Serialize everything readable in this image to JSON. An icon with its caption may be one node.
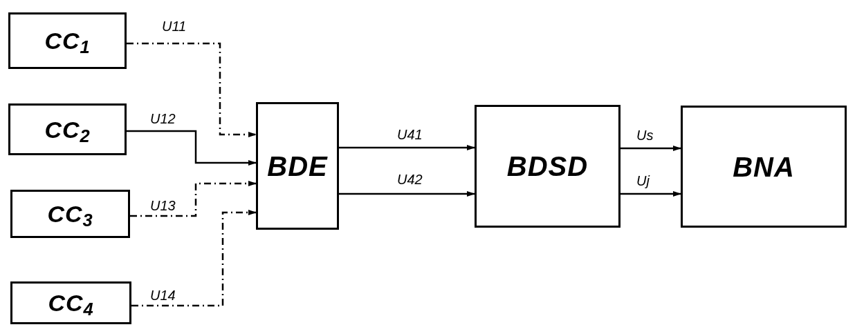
{
  "diagram": {
    "nodes": [
      {
        "text": [
          "CC$_{1}$"
        ]
      },
      {
        "text": [
          "CC$_{2}$"
        ]
      },
      {
        "text": [
          "CC$_{3}$"
        ]
      },
      {
        "text": [
          "CC$_{4}$"
        ]
      },
      {
        "text": [
          "BDE"
        ]
      },
      {
        "text": [
          "BDSD"
        ]
      },
      {
        "text": [
          "BNA"
        ]
      }
    ],
    "edges": [
      {
        "from": 0,
        "to": 4,
        "arrow": "to",
        "label": "U11",
        "style": "dashed"
      },
      {
        "from": 1,
        "to": 4,
        "arrow": "to",
        "label": "U12"
      },
      {
        "from": 2,
        "to": 4,
        "arrow": "to",
        "label": "U13",
        "style": "dashed"
      },
      {
        "from": 3,
        "to": 4,
        "arrow": "to",
        "label": "U14",
        "style": "dashed"
      },
      {
        "from": 4,
        "to": 5,
        "arrow": "to",
        "label": "U41"
      },
      {
        "from": 4,
        "to": 5,
        "arrow": "to",
        "label": "U42"
      },
      {
        "from": 5,
        "to": 6,
        "arrow": "to",
        "label": "Us"
      },
      {
        "from": 5,
        "to": 6,
        "arrow": "to",
        "label": "Uj"
      }
    ]
  }
}
